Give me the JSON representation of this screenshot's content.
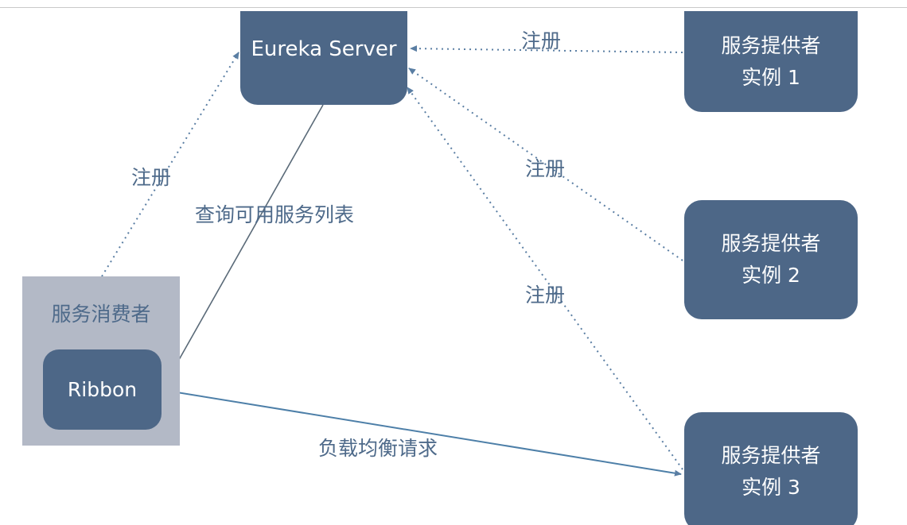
{
  "server": {
    "label": "Eureka Server"
  },
  "providers": [
    {
      "line1": "服务提供者",
      "line2": "实例 1"
    },
    {
      "line1": "服务提供者",
      "line2": "实例 2"
    },
    {
      "line1": "服务提供者",
      "line2": "实例 3"
    }
  ],
  "consumer": {
    "label": "服务消费者",
    "ribbon": "Ribbon"
  },
  "edges": {
    "register": "注册",
    "query": "查询可用服务列表",
    "load_balance": "负载均衡请求"
  }
}
